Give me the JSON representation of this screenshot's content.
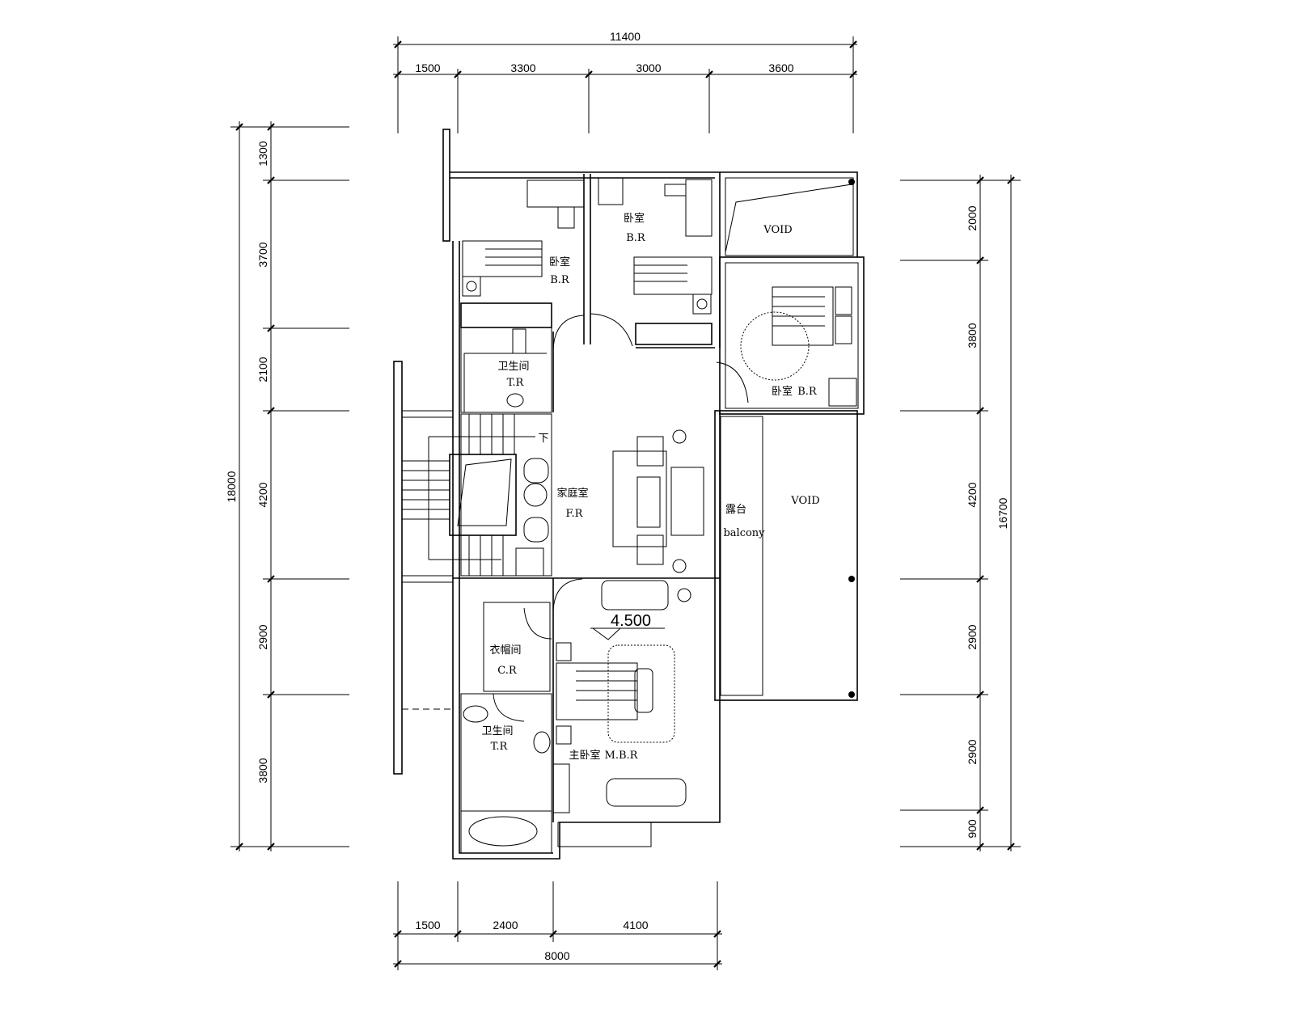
{
  "dimensions": {
    "top_total": "11400",
    "top_segments": [
      "1500",
      "3300",
      "3000",
      "3600"
    ],
    "left_total": "18000",
    "left_segments": [
      "1300",
      "3700",
      "2100",
      "4200",
      "2900",
      "3800"
    ],
    "right_total": "16700",
    "right_segments": [
      "2000",
      "3800",
      "4200",
      "2900",
      "2900",
      "900"
    ],
    "bottom_total": "8000",
    "bottom_segments": [
      "1500",
      "2400",
      "4100"
    ]
  },
  "rooms": {
    "bedroom1": {
      "cn": "卧室",
      "en": "B.R"
    },
    "bedroom2": {
      "cn": "卧室",
      "en": "B.R"
    },
    "bedroom3": {
      "cn": "卧室",
      "en": "B.R"
    },
    "void_top": "VOID",
    "void_right": "VOID",
    "toilet1": {
      "cn": "卫生间",
      "en": "T.R"
    },
    "toilet2": {
      "cn": "卫生间",
      "en": "T.R"
    },
    "stair_down": "下",
    "family_room": {
      "cn": "家庭室",
      "en": "F.R"
    },
    "balcony": {
      "cn": "露台",
      "en": "balcony"
    },
    "cloakroom": {
      "cn": "衣帽间",
      "en": "C.R"
    },
    "master_bedroom": {
      "cn": "主卧室",
      "en": "M.B.R"
    }
  },
  "level_mark": "4.500"
}
